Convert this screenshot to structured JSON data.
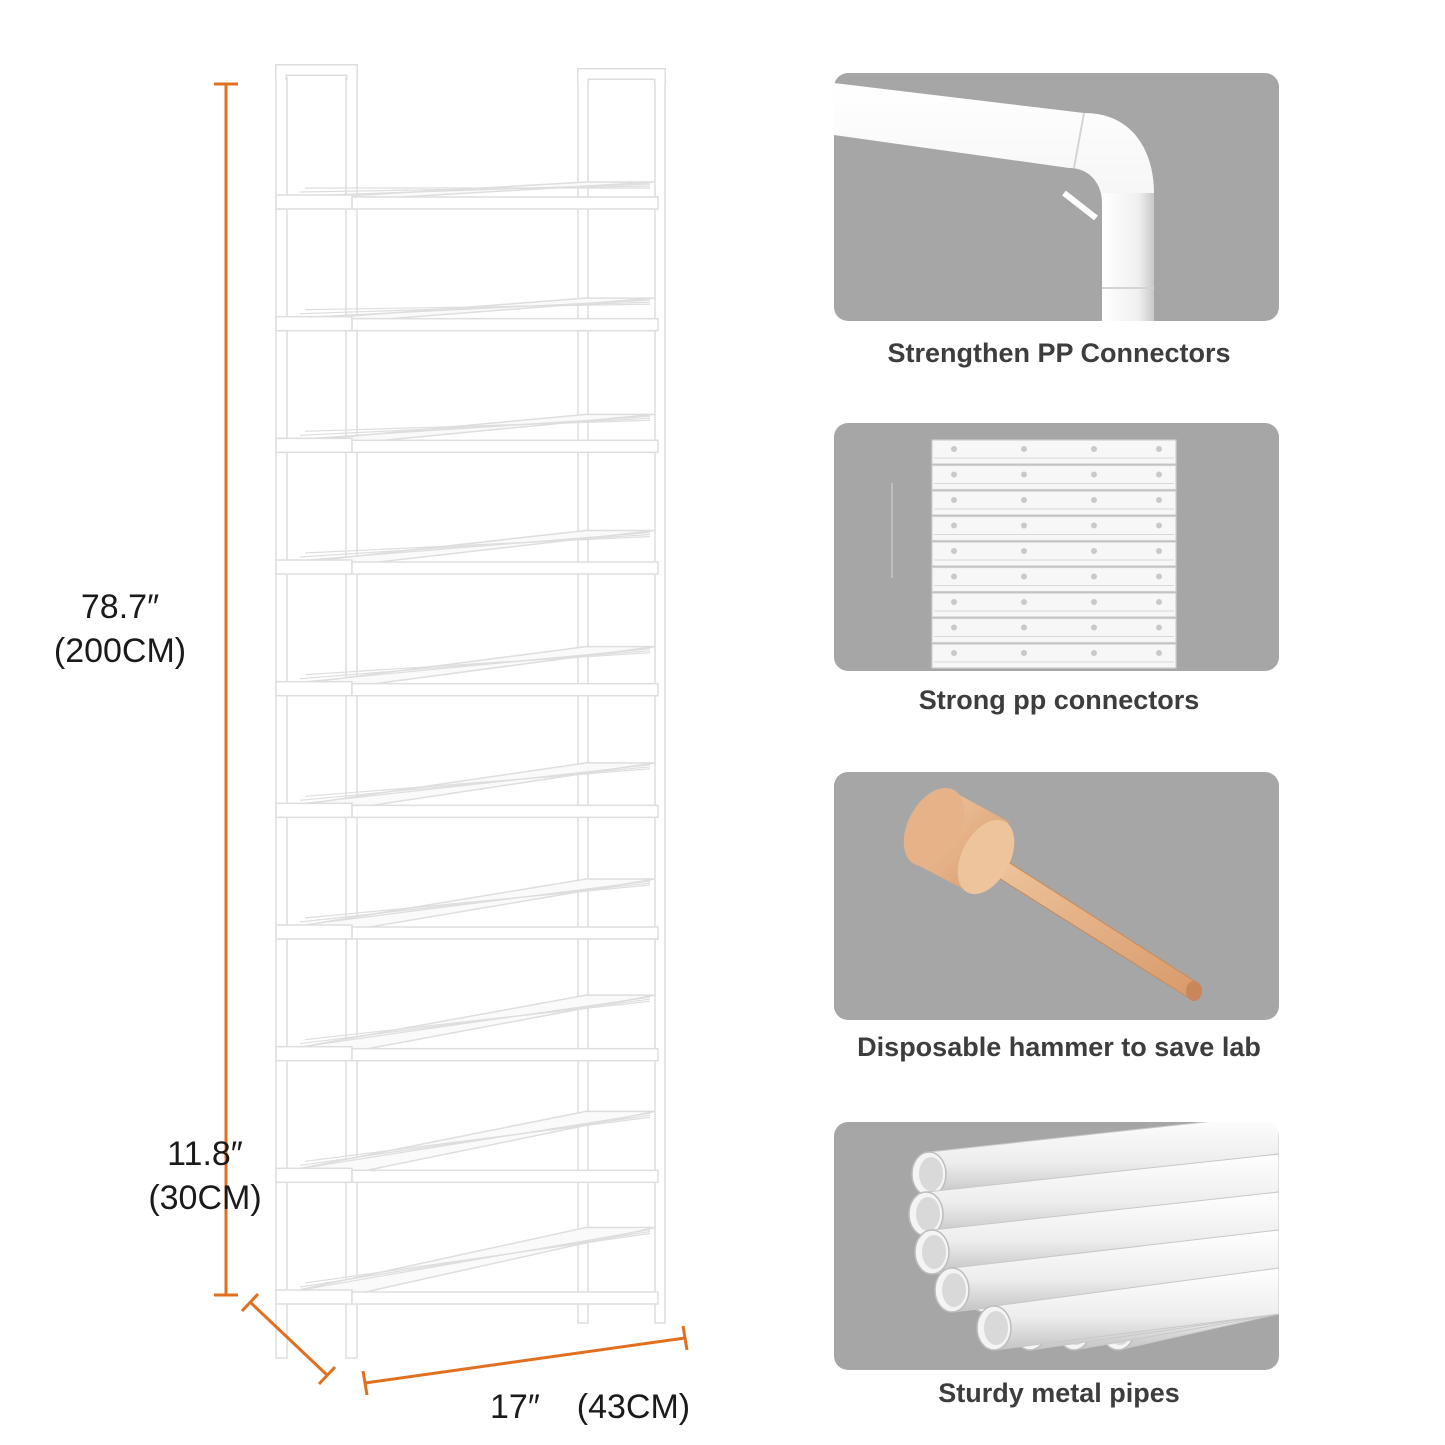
{
  "dimensions": {
    "height": {
      "inches": "78.7″",
      "cm": "(200CM)"
    },
    "depth": {
      "inches": "11.8″",
      "cm": "(30CM)"
    },
    "width": {
      "inches": "17″",
      "cm": "(43CM)"
    }
  },
  "features": [
    {
      "caption": "Strengthen PP Connectors",
      "image_icon": "elbow-connector-icon"
    },
    {
      "caption": "Strong pp connectors",
      "image_icon": "connector-strip-icon"
    },
    {
      "caption": "Disposable hammer to save lab",
      "image_icon": "wooden-mallet-icon"
    },
    {
      "caption": "Sturdy metal pipes",
      "image_icon": "pipe-bundle-icon"
    }
  ],
  "rack": {
    "tier_count": 10
  },
  "colors": {
    "measure_line": "#e07020",
    "panel_bg": "#a6a6a6",
    "frame": "#ffffff",
    "caption_text": "#3d3d3d"
  }
}
